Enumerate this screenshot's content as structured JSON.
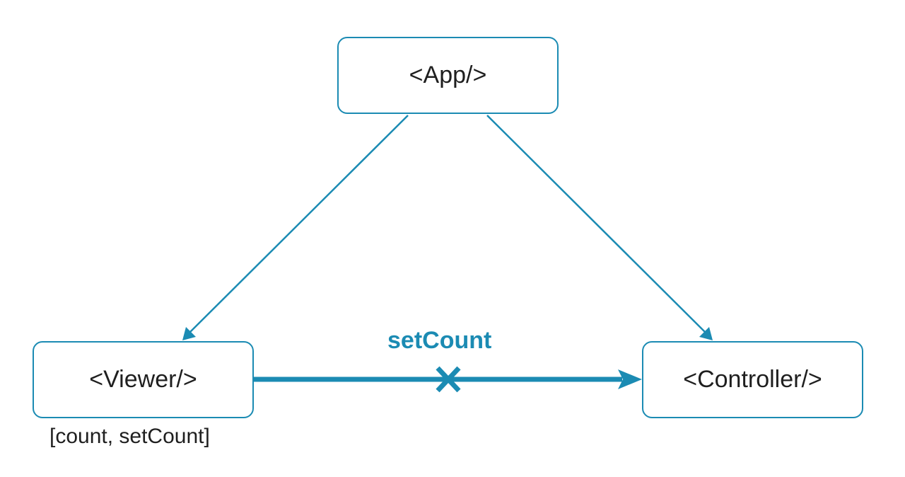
{
  "nodes": {
    "app": {
      "label": "<App/>"
    },
    "viewer": {
      "label": "<Viewer/>"
    },
    "controller": {
      "label": "<Controller/>"
    }
  },
  "annotations": {
    "viewer_state": "[count, setCount]"
  },
  "edges": [
    {
      "from": "app",
      "to": "viewer",
      "style": "thin-arrow"
    },
    {
      "from": "app",
      "to": "controller",
      "style": "thin-arrow"
    },
    {
      "from": "viewer",
      "to": "controller",
      "style": "thick-arrow",
      "label": "setCount",
      "blocked": true,
      "blocked_marker": "cross-icon"
    }
  ],
  "colors": {
    "accent": "#1b8bb3",
    "text": "#1f1f1f",
    "background": "#ffffff"
  }
}
